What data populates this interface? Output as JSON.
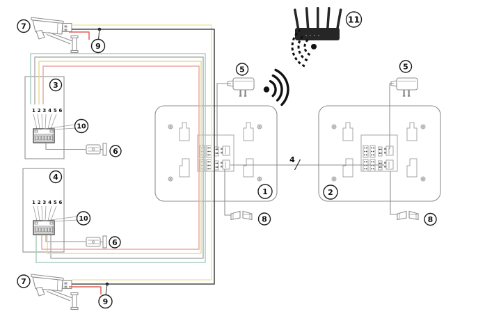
{
  "callouts": {
    "camera": "7",
    "camera_junction": "9",
    "door_station_1": "3",
    "wiring_terminal": "10",
    "lock_release": "6",
    "door_station_2": "4",
    "power_adapter": "5",
    "indoor_monitor_1": "1",
    "indoor_monitor_2": "2",
    "door_strike": "8",
    "wifi_router": "11"
  },
  "labels": {
    "terminal_numbers": "1 2 3 4 5 6",
    "intercom_cable_cores": "4"
  },
  "colors": {
    "wire_green": "#a9cfbd",
    "wire_gray": "#b1b1b1",
    "wire_yellow": "#e9dc96",
    "wire_pink": "#e9aaa4",
    "wire_red": "#dd6058",
    "wire_video_yellow": "#efe5a8",
    "wire_black": "#4b4b4b",
    "router_black": "#262626"
  },
  "icons": {
    "camera": "bullet-camera-line-art",
    "power_adapter": "plug-in-power-adapter",
    "wifi_router": "router-with-five-antennas",
    "wifi_signal": "three-arc-wireless-signal",
    "door_strike": "double-wedge-door-strike",
    "lock_release": "electric-lock-release",
    "terminal_block": "six-pin-screw-terminal",
    "screw": "mounting-screw",
    "connector": "pin-header"
  }
}
